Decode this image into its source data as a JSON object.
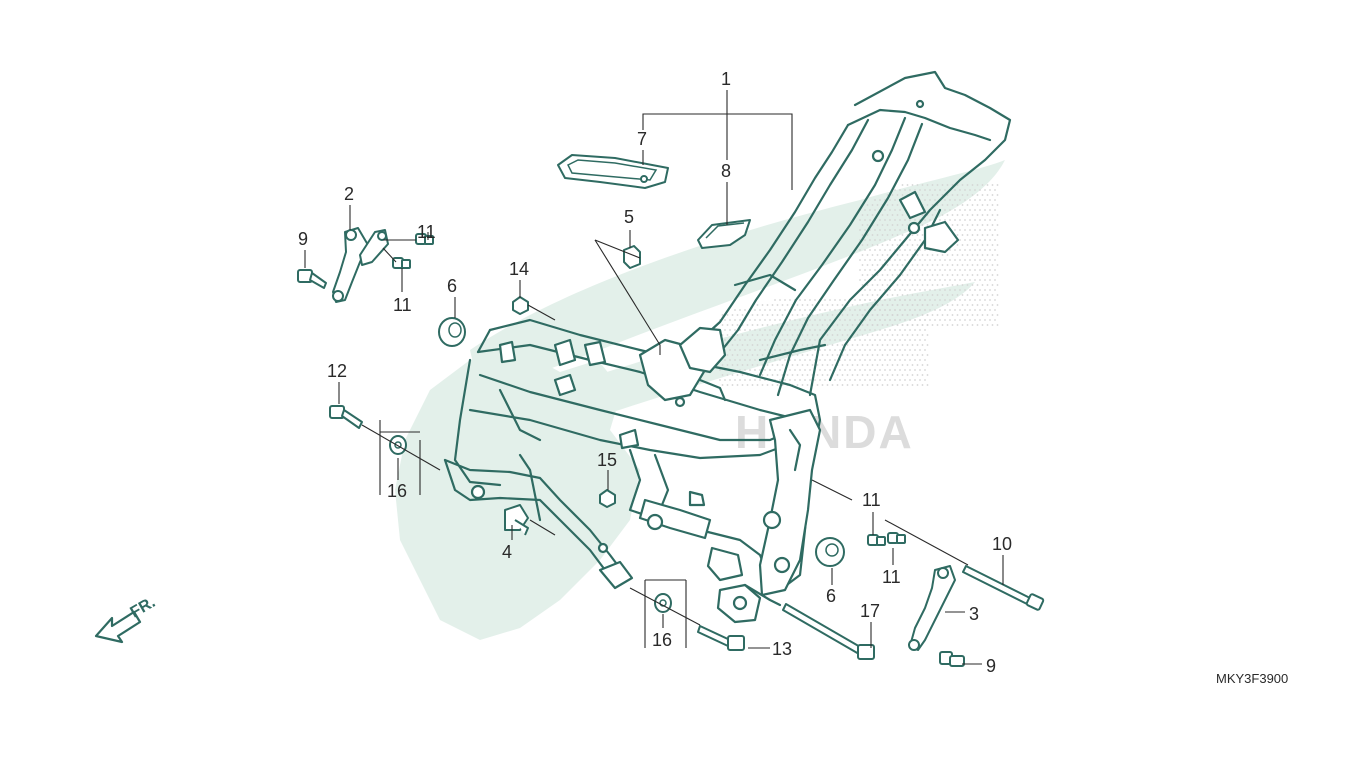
{
  "diagram": {
    "callouts": {
      "c1": "1",
      "c2": "2",
      "c3": "3",
      "c4": "4",
      "c5": "5",
      "c6a": "6",
      "c6b": "6",
      "c7": "7",
      "c8": "8",
      "c9a": "9",
      "c9b": "9",
      "c10": "10",
      "c11a": "11",
      "c11b": "11",
      "c11c": "11",
      "c11d": "11",
      "c12": "12",
      "c13": "13",
      "c14": "14",
      "c15": "15",
      "c16a": "16",
      "c16b": "16",
      "c17": "17"
    },
    "direction_label": "FR.",
    "part_code": "MKY3F3900",
    "watermark_text": "HONDA",
    "colors": {
      "line": "#2f6b62",
      "text": "#2a2a2a",
      "watermark": "#e3f0ea"
    }
  }
}
